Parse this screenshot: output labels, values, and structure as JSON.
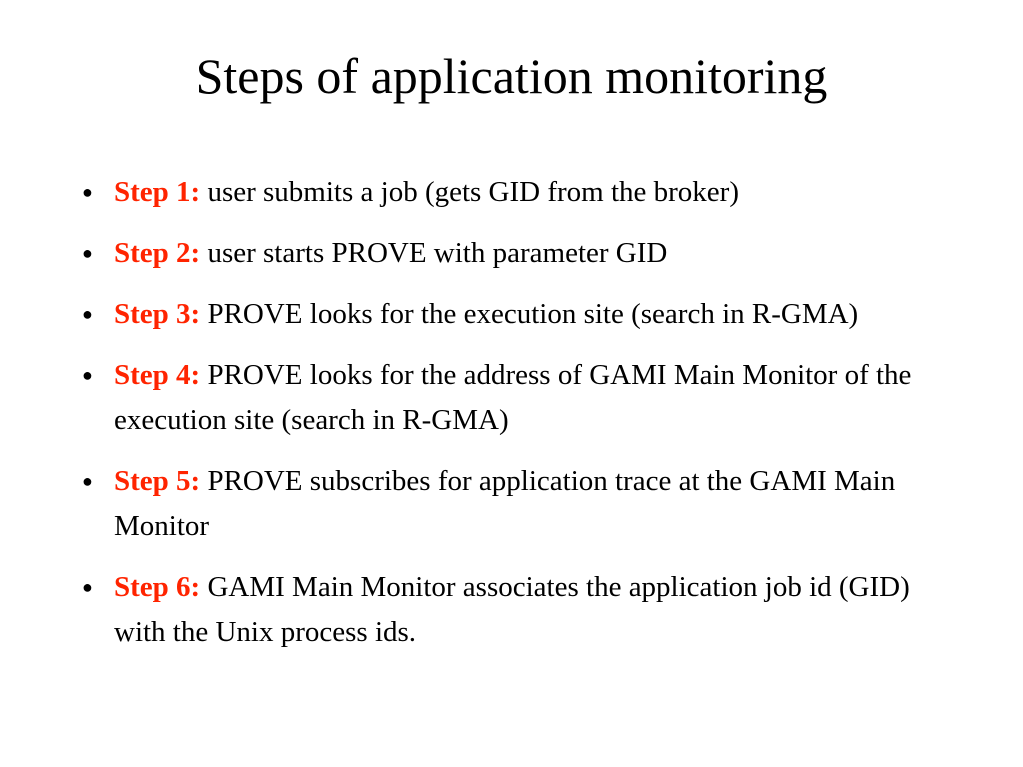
{
  "slide": {
    "title": "Steps of application monitoring",
    "bullet_marker": "●",
    "colors": {
      "step_label": "#ff2400",
      "text": "#000000",
      "background": "#ffffff"
    },
    "steps": [
      {
        "label": "Step 1:",
        "text": "user submits a job (gets GID from the broker)"
      },
      {
        "label": "Step 2:",
        "text": "user starts PROVE with parameter GID"
      },
      {
        "label": "Step 3:",
        "text": "PROVE looks for the execution site (search in R-GMA)"
      },
      {
        "label": "Step 4:",
        "text": "PROVE looks for the address of GAMI Main Monitor of the execution site (search in R-GMA)"
      },
      {
        "label": "Step 5:",
        "text": "PROVE subscribes for application trace at the GAMI Main Monitor"
      },
      {
        "label": "Step 6:",
        "text": "GAMI Main Monitor associates the application job id (GID) with the Unix process ids."
      }
    ]
  }
}
